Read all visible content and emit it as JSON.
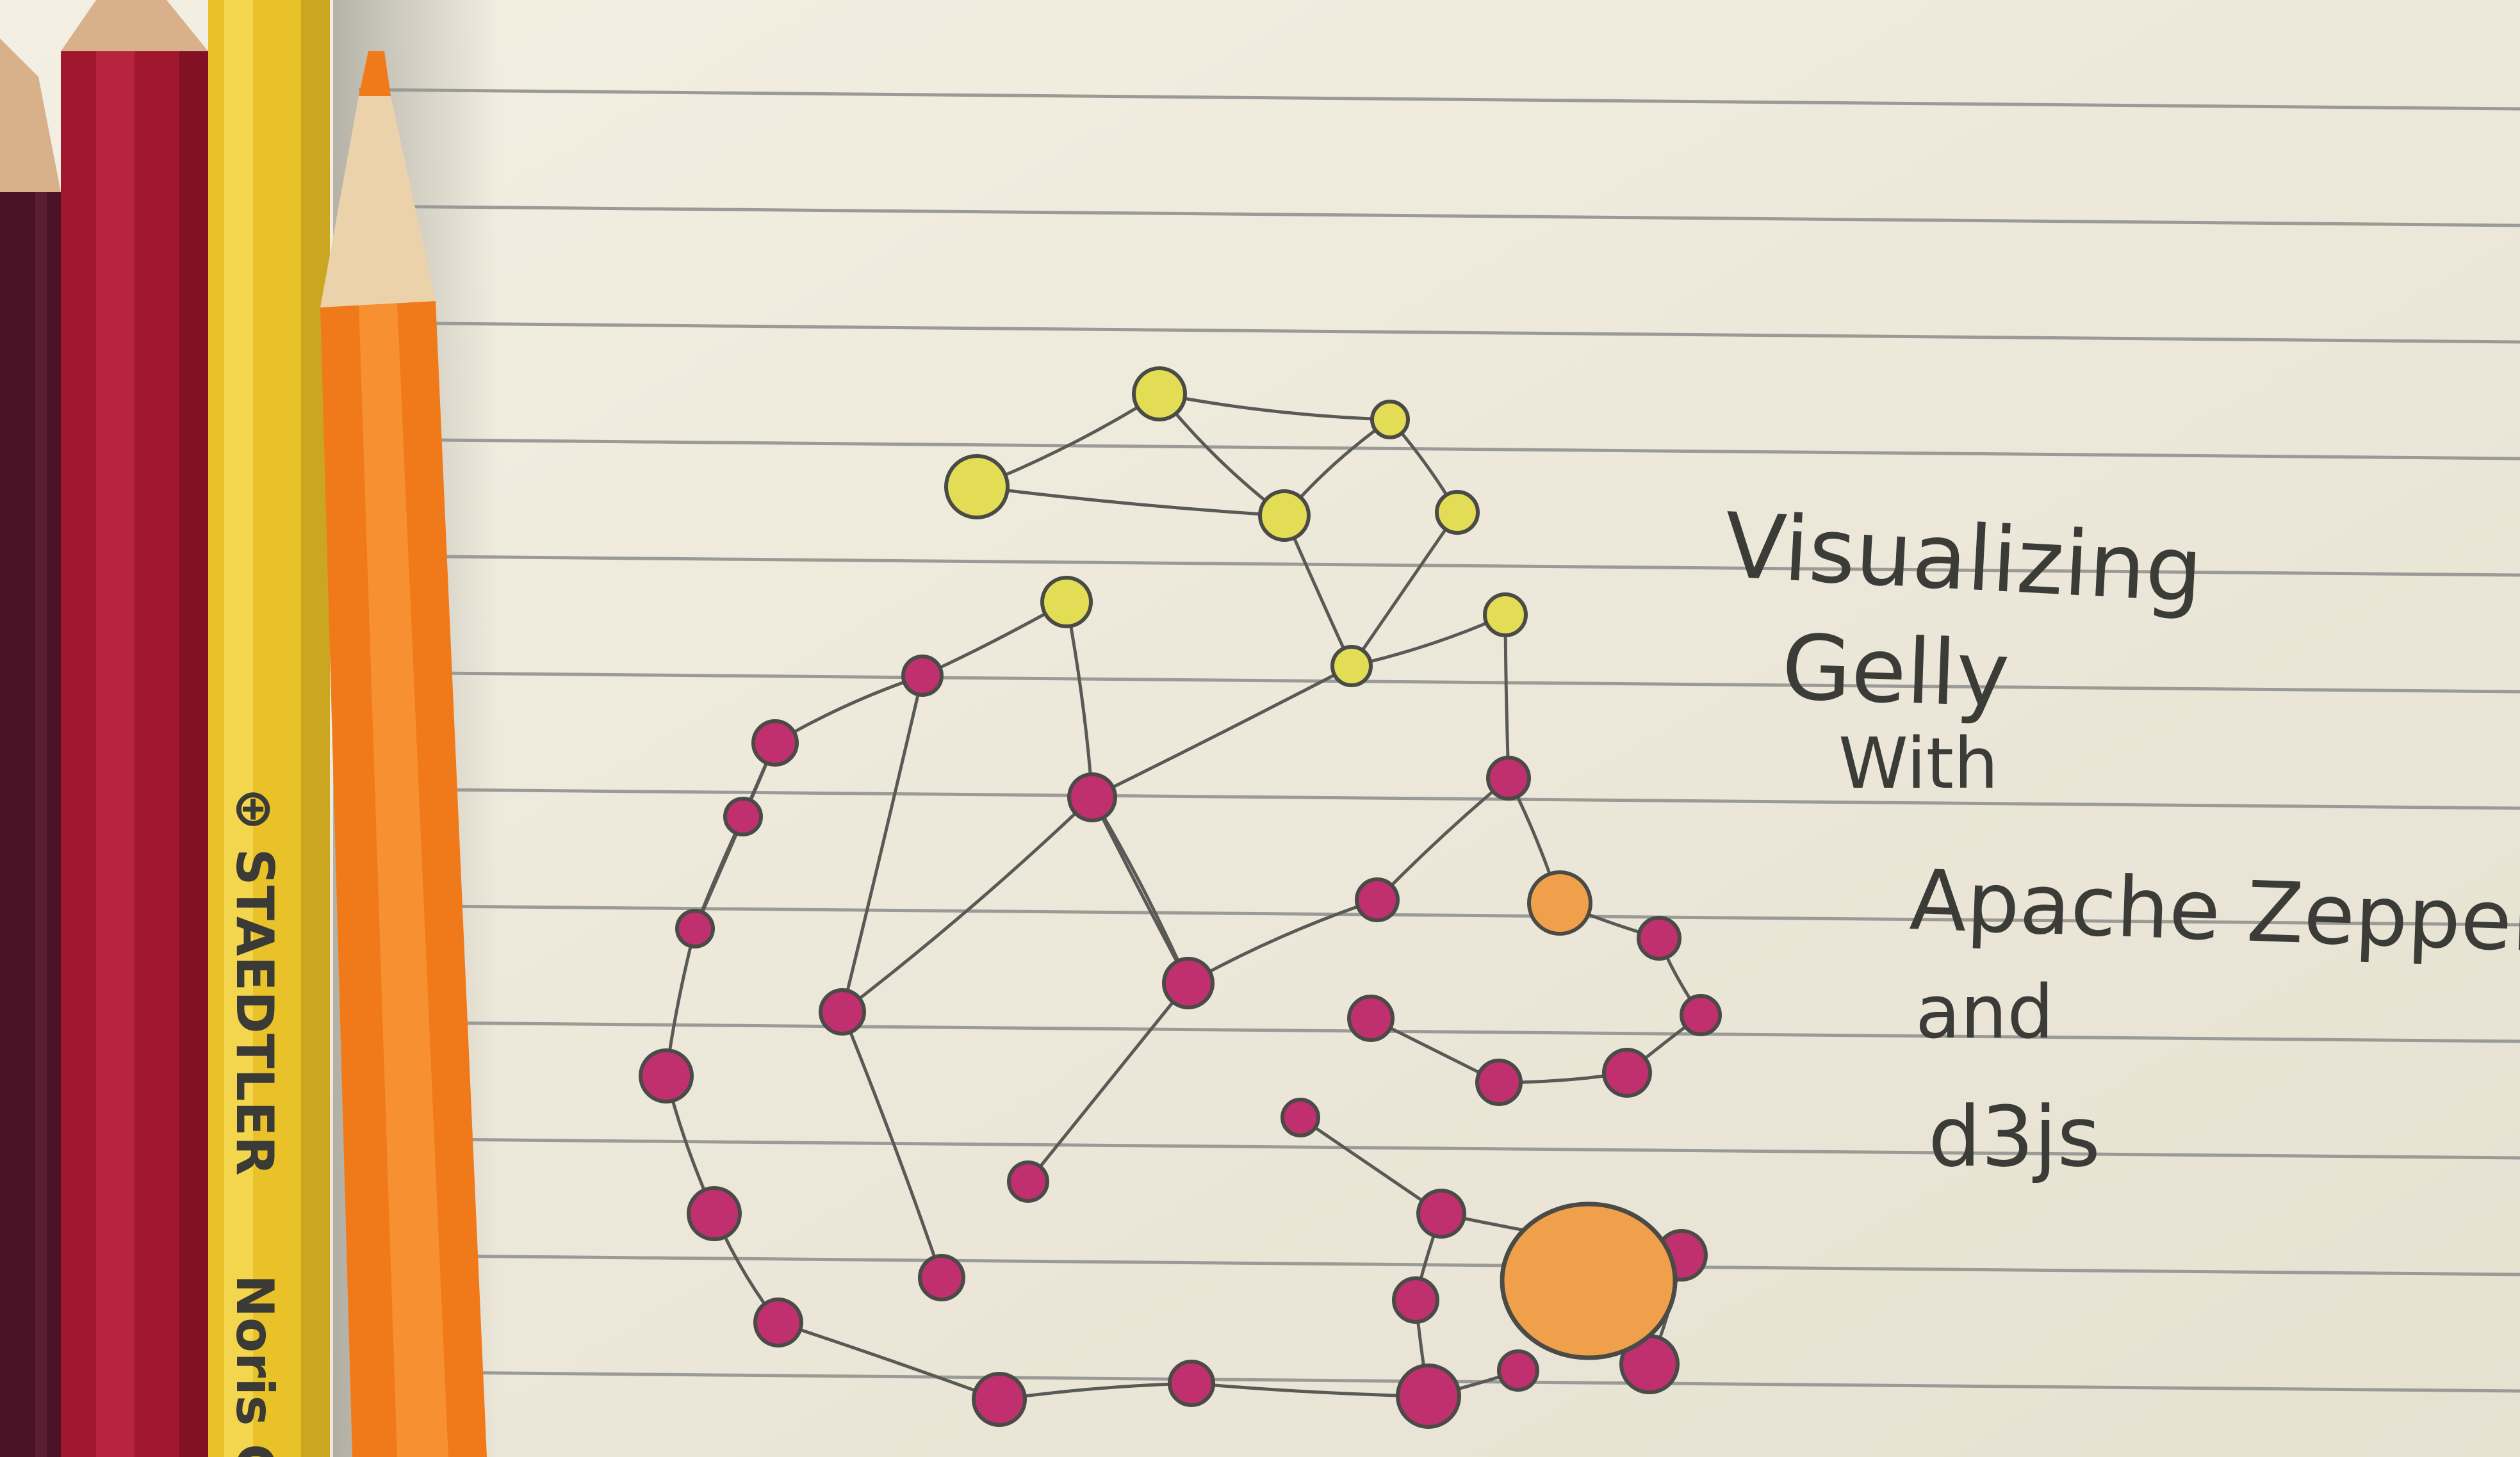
{
  "notebook": {
    "paper_color": "#eeeadc",
    "rule_color": "#9a9a96"
  },
  "pencils": [
    {
      "name": "dark-red-pencil",
      "color": "#4a1426"
    },
    {
      "name": "crimson-pencil",
      "color": "#a0182f"
    },
    {
      "name": "yellow-pencil",
      "color": "#e9c22a",
      "imprint": "⊕ STAEDTLER",
      "imprint_2": "Noris C"
    },
    {
      "name": "orange-pencil",
      "color": "#f07a1a"
    }
  ],
  "note": {
    "lines": [
      "Visualizing",
      "Gelly",
      "With",
      "Apache Zeppelin",
      "and",
      "d3js"
    ]
  },
  "graph_sketch": {
    "edge_color": "#595955",
    "node_colors": {
      "yellow": "#e3dc55",
      "magenta": "#c0306e",
      "orange": "#f0a04a"
    }
  }
}
